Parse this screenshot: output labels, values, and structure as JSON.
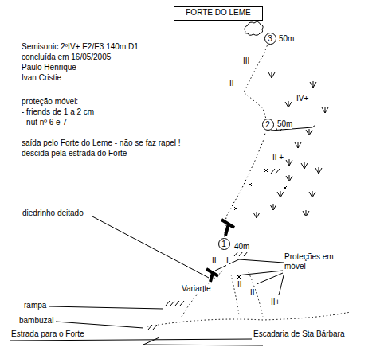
{
  "diagram": {
    "title": "FORTE DO LEME",
    "nodes": [
      {
        "text": [
          "FORTE DO LEME"
        ]
      },
      {
        "text": [
          "3"
        ]
      },
      {
        "text": [
          "2"
        ]
      },
      {
        "text": [
          "1"
        ]
      }
    ],
    "edges": [
      {
        "from": 3,
        "to": 2,
        "arrow": "none"
      },
      {
        "from": 2,
        "to": 1,
        "arrow": "none"
      }
    ],
    "labels": [
      "Semisonic 2ºIV+ E2/E3 140m D1",
      "concluída em 16/05/2005",
      "Paulo Henrique",
      "Ivan Cristie",
      "proteção móvel:",
      "- friends de 1 a 2 cm",
      "- nut nº 6 e 7",
      "saída pelo Forte do Leme - não se faz rapel !",
      "descida pela estrada do Forte",
      "50m",
      "III",
      "II",
      "IV+",
      "50m",
      "II +",
      "40m",
      "diedrinho deitado",
      "II",
      "I",
      "Proteções em móvel",
      "Variante",
      "I",
      "II",
      "II",
      "II+",
      "rampa",
      "bambuzal",
      "Estrada para o Forte",
      "Escadaria de Sta Bárbara"
    ]
  }
}
